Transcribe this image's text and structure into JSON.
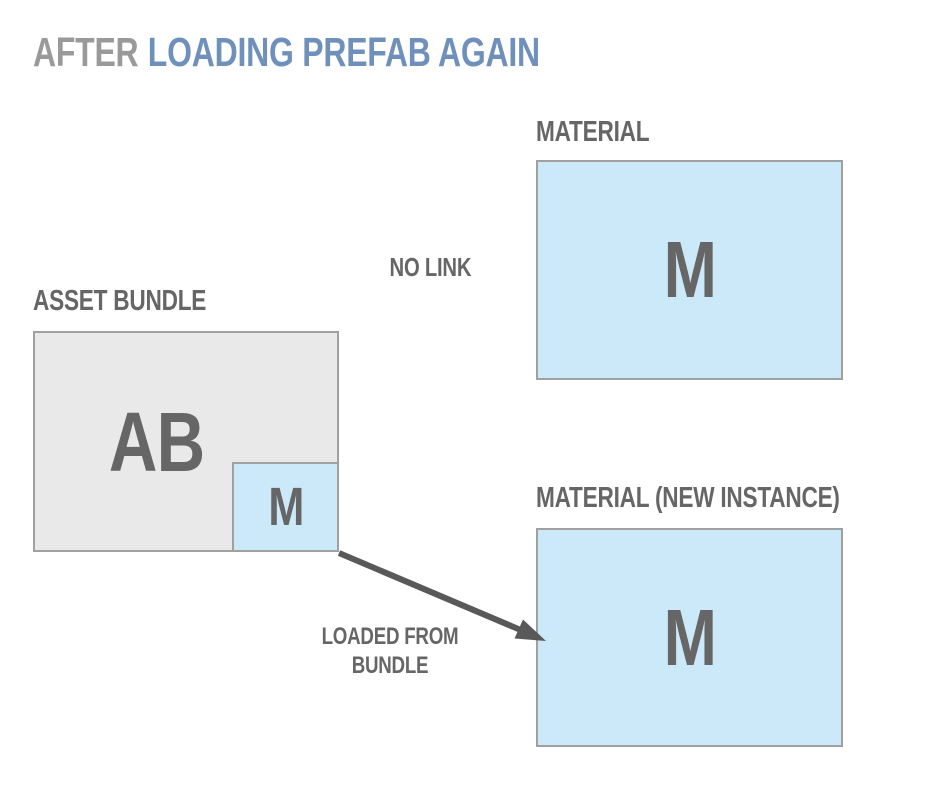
{
  "title": {
    "part1": "AFTER",
    "part2": "LOADING PREFAB AGAIN"
  },
  "colors": {
    "title_gray": "#9a9a9a",
    "title_blue": "#7090bc",
    "label_gray": "#666666",
    "box_gray_fill": "#e9e9e9",
    "box_blue_fill": "#cbe9f8",
    "box_border": "#a0a0a0",
    "arrow": "#595959"
  },
  "diagram": {
    "material_top": {
      "label": "MATERIAL",
      "letter": "M"
    },
    "no_link_label": "NO LINK",
    "asset_bundle": {
      "label": "ASSET BUNDLE",
      "letter": "AB",
      "bundled_material": {
        "letter": "M"
      }
    },
    "material_new": {
      "label": "MATERIAL (NEW INSTANCE)",
      "letter": "M"
    },
    "arrow_caption": {
      "line1": "LOADED FROM",
      "line2": "BUNDLE"
    }
  }
}
